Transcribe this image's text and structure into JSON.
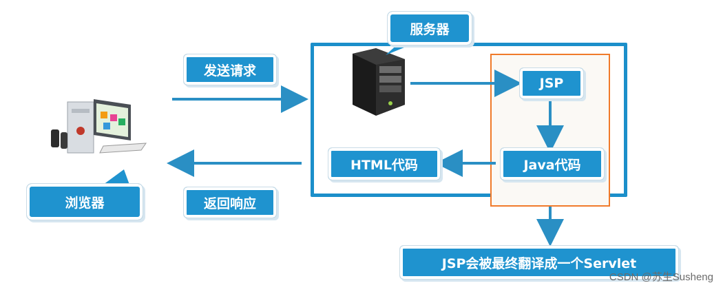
{
  "nodes": {
    "server_label": "服务器",
    "browser_label": "浏览器",
    "send_request": "发送请求",
    "return_response": "返回响应",
    "jsp": "JSP",
    "java_code": "Java代码",
    "html_code": "HTML代码",
    "servlet_note": "JSP会被最终翻译成一个Servlet"
  },
  "watermark": "CSDN @苏生Susheng",
  "colors": {
    "accent": "#1f93cf",
    "frame": "#1b8fca",
    "highlight_border": "#f07a2a",
    "arrow": "#2a8fc4"
  }
}
